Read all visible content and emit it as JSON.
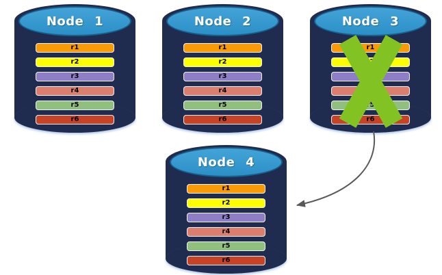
{
  "colors": {
    "canvas_bg": "#ffffff",
    "cylinder_body": "#1f2c4f",
    "cap_fill": "#2e99d3",
    "cap_edge": "#17608c",
    "title_text": "#ffffff",
    "row_text": "#000000",
    "row_border": "#f2f2f2",
    "fail_x": "#82c323",
    "arrow": "#595959"
  },
  "nodes": [
    {
      "id": "node-1",
      "title": "Node 1",
      "failed": false,
      "rows": [
        {
          "label": "r1",
          "color": "#f99b06"
        },
        {
          "label": "r2",
          "color": "#fdff00"
        },
        {
          "label": "r3",
          "color": "#8d7ec5"
        },
        {
          "label": "r4",
          "color": "#dc7e6d"
        },
        {
          "label": "r5",
          "color": "#91c07e"
        },
        {
          "label": "r6",
          "color": "#c64327"
        }
      ]
    },
    {
      "id": "node-2",
      "title": "Node 2",
      "failed": false,
      "rows": [
        {
          "label": "r1",
          "color": "#f99b06"
        },
        {
          "label": "r2",
          "color": "#fdff00"
        },
        {
          "label": "r3",
          "color": "#8d7ec5"
        },
        {
          "label": "r4",
          "color": "#dc7e6d"
        },
        {
          "label": "r5",
          "color": "#91c07e"
        },
        {
          "label": "r6",
          "color": "#c64327"
        }
      ]
    },
    {
      "id": "node-3",
      "title": "Node 3",
      "failed": true,
      "rows": [
        {
          "label": "r1",
          "color": "#f99b06"
        },
        {
          "label": "r2",
          "color": "#fdff00"
        },
        {
          "label": "r3",
          "color": "#8d7ec5"
        },
        {
          "label": "r4",
          "color": "#dc7e6d"
        },
        {
          "label": "r5",
          "color": "#91c07e"
        },
        {
          "label": "r6",
          "color": "#c64327"
        }
      ]
    },
    {
      "id": "node-4",
      "title": "Node 4",
      "failed": false,
      "rows": [
        {
          "label": "r1",
          "color": "#f99b06"
        },
        {
          "label": "r2",
          "color": "#fdff00"
        },
        {
          "label": "r3",
          "color": "#8d7ec5"
        },
        {
          "label": "r4",
          "color": "#dc7e6d"
        },
        {
          "label": "r5",
          "color": "#91c07e"
        },
        {
          "label": "r6",
          "color": "#c64327"
        }
      ]
    }
  ],
  "annotations": {
    "failure_x": {
      "node": "Node 3",
      "icon": "x-mark",
      "color": "#82c323"
    },
    "failover_arrow": {
      "from": "Node 3",
      "to": "Node 4",
      "color": "#595959"
    }
  }
}
